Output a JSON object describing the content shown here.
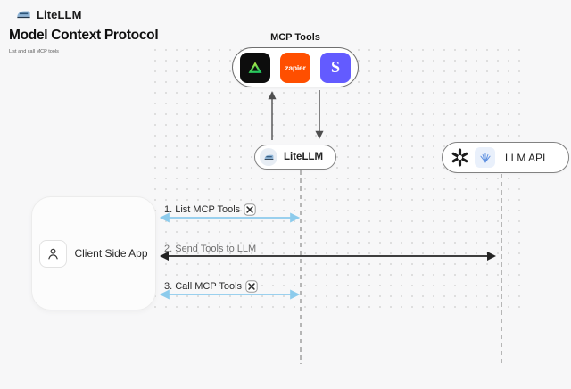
{
  "header": {
    "brand": "LiteLLM",
    "title": "Model Context Protocol",
    "subtitle": "List and call MCP tools"
  },
  "mcp": {
    "label": "MCP Tools",
    "tools": [
      {
        "name": "triangle-logo",
        "bg": "#0d0d0d"
      },
      {
        "name": "zapier",
        "label": "zapier",
        "bg": "#ff4f00"
      },
      {
        "name": "stripe",
        "label": "S",
        "bg": "#635bff"
      }
    ]
  },
  "nodes": {
    "litellm": {
      "label": "LiteLLM"
    },
    "llm_api": {
      "label": "LLM API"
    },
    "client": {
      "label": "Client Side App"
    }
  },
  "flows": {
    "step1": {
      "label": "1. List MCP Tools"
    },
    "step2": {
      "label": "2. Send Tools to LLM"
    },
    "step3": {
      "label": "3. Call MCP Tools"
    }
  },
  "colors": {
    "arrow_blue": "#8ccbec",
    "arrow_dark": "#242424",
    "dashed_line": "#a0a0a0",
    "zapier_orange": "#ff4f00",
    "stripe_indigo": "#635bff",
    "logo_green_top": "#d3ef3e",
    "logo_green_bottom": "#22c55e"
  }
}
